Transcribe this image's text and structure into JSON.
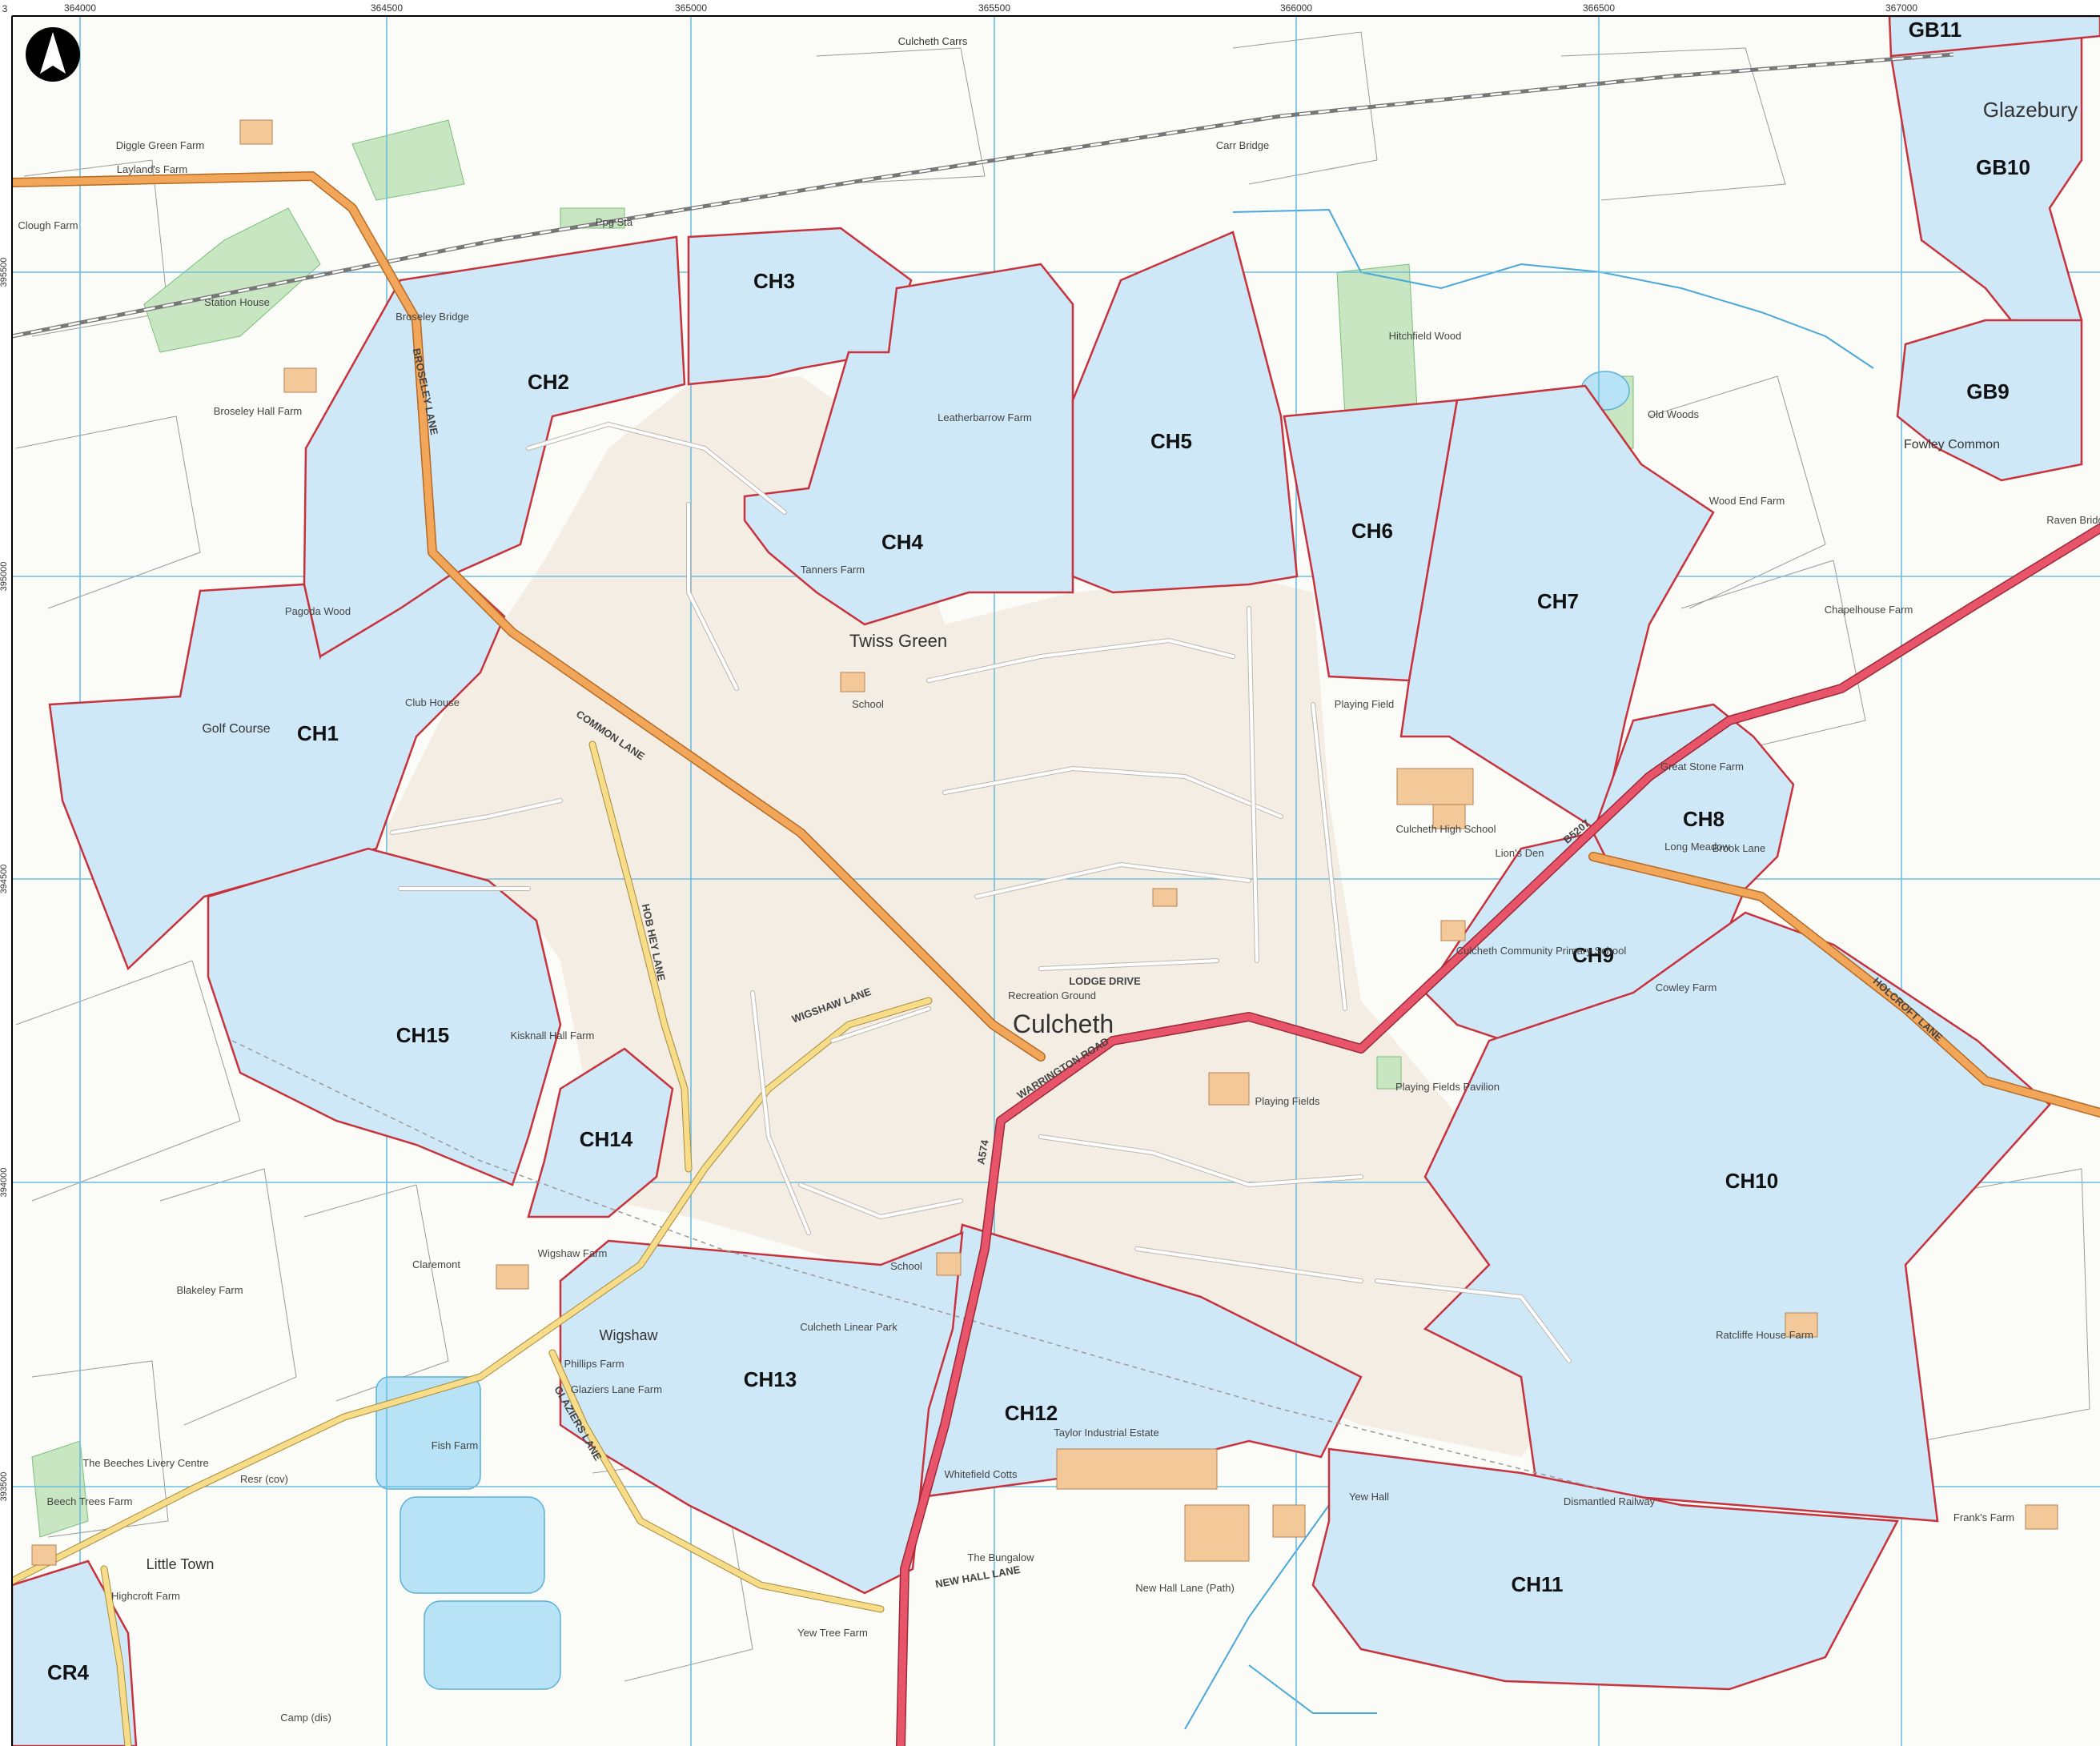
{
  "map": {
    "north_arrow_icon": "north-arrow-icon",
    "grid": {
      "eastings": [
        "364000",
        "364500",
        "365000",
        "365500",
        "366000",
        "366500",
        "367000"
      ],
      "northings": [
        "395500",
        "395000",
        "394500",
        "394000",
        "393500"
      ],
      "corner": "3"
    },
    "parcels": [
      "CH1",
      "CH2",
      "CH3",
      "CH4",
      "CH5",
      "CH6",
      "CH7",
      "CH8",
      "CH9",
      "CH10",
      "CH11",
      "CH12",
      "CH13",
      "CH14",
      "CH15",
      "GB9",
      "GB10",
      "GB11",
      "CR4"
    ],
    "places": {
      "culcheth": "Culcheth",
      "glazebury": "Glazebury",
      "twiss_green": "Twiss Green",
      "little_town": "Little Town",
      "wigshaw": "Wigshaw",
      "fowley_common": "Fowley Common",
      "culcheth_carrs": "Culcheth Carrs",
      "golf_course": "Golf Course",
      "diggle_green_farm": "Diggle Green Farm",
      "laylands_farm": "Layland's Farm",
      "clough_farm": "Clough Farm",
      "station_house": "Station House",
      "broseley_hall_farm": "Broseley Hall Farm",
      "broseley_bridge": "Broseley Bridge",
      "pagoda_wood": "Pagoda Wood",
      "club_house": "Club House",
      "leatherbarrow_farm": "Leatherbarrow Farm",
      "tanners_farm": "Tanners Farm",
      "hitchfield_wood": "Hitchfield Wood",
      "old_woods": "Old Woods",
      "wood_end_farm": "Wood End Farm",
      "chapelhouse_farm": "Chapelhouse Farm",
      "raven_bridge": "Raven Bridg",
      "great_stone_farm": "Great Stone Farm",
      "long_meadow": "Long Meadow",
      "brook_lane": "Brook Lane",
      "culcheth_high_school": "Culcheth High School",
      "playing_field": "Playing Field",
      "culcheth_primary_school": "Culcheth Community Primary School",
      "lions_den": "Lion's Den",
      "cowley_farm": "Cowley Farm",
      "recreation_ground": "Recreation Ground",
      "playing_fields": "Playing Fields",
      "playing_fields_pavilion": "Playing Fields Pavilion",
      "kisknall_hall_farm": "Kisknall Hall Farm",
      "culcheth_linear_park": "Culcheth Linear Park",
      "claremont": "Claremont",
      "blakeley_farm": "Blakeley Farm",
      "wigshaw_farm": "Wigshaw Farm",
      "phillips_farm": "Phillips Farm",
      "glaziers_lane_farm": "Glaziers Lane Farm",
      "fish_farm": "Fish Farm",
      "the_beeches": "The Beeches Livery Centre",
      "beech_trees_farm": "Beech Trees Farm",
      "highcroft_farm": "Highcroft Farm",
      "camp": "Camp (dis)",
      "yew_tree_farm": "Yew Tree Farm",
      "the_bungalow": "The Bungalow",
      "new_hall_lane_path": "New Hall Lane (Path)",
      "taylor_industrial_estate": "Taylor Industrial Estate",
      "whitefield_cotts": "Whitefield Cotts",
      "yew_hall": "Yew Hall",
      "dismantled_railway": "Dismantled Railway",
      "ratcliffe_house_farm": "Ratcliffe House Farm",
      "franks_farm": "Frank's Farm",
      "school": "School",
      "resr": "Resr (cov)",
      "carr_bridge": "Carr Bridge",
      "ppg_sta": "Ppg Sta",
      "lodge_drive": "LODGE DRIVE"
    },
    "roads": {
      "warrington_road": "WARRINGTON ROAD",
      "common_lane": "COMMON LANE",
      "wigshaw_lane": "WIGSHAW LANE",
      "glaziers_lane": "GLAZIERS LANE",
      "new_hall_lane": "NEW HALL LANE",
      "hob_hey_lane": "HOB HEY LANE",
      "broseley_lane": "BROSELEY LANE",
      "holcroft_lane": "HOLCROFT LANE",
      "a574": "A574",
      "b5207": "B5207"
    },
    "colors": {
      "parcel_fill": "#cfe8f7",
      "parcel_stroke": "#c8323c",
      "a_road": "#e8556a",
      "b_road": "#f2a65a",
      "grid": "#6cbfe0",
      "woodland": "#c7e6c1",
      "building": "#f4c99a"
    }
  }
}
